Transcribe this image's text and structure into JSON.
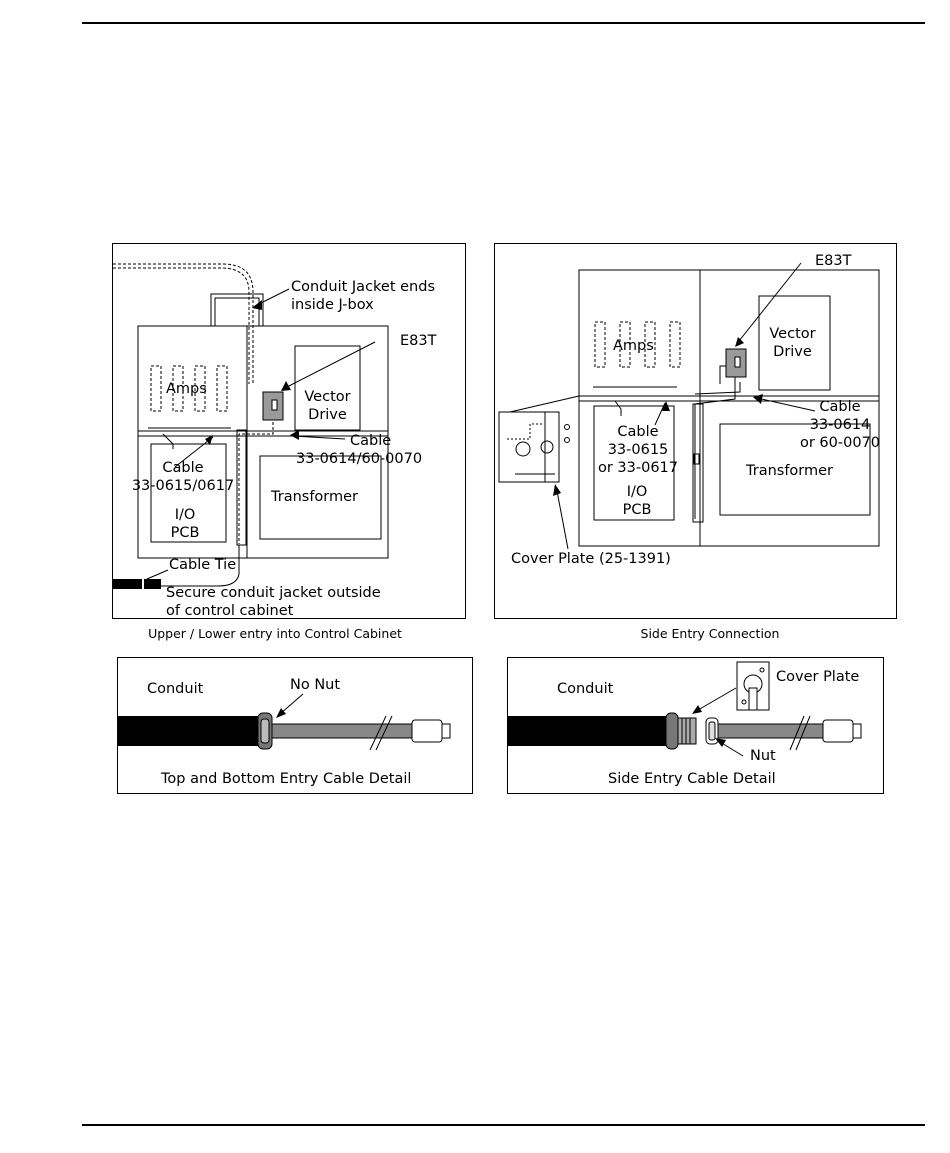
{
  "upper_lower_panel": {
    "caption": "Upper / Lower entry into Control Cabinet",
    "conduit_jacket": [
      "Conduit  Jacket  ends",
      "inside  J-box"
    ],
    "e83t": "E83T",
    "vector_drive": [
      "Vector",
      "Drive"
    ],
    "amps": "Amps",
    "cable_right": [
      "Cable",
      "33-0614/60-0070"
    ],
    "cable_left": [
      "Cable",
      "33-0615/0617"
    ],
    "transformer": "Transformer",
    "io_pcb": [
      "I/O",
      "PCB"
    ],
    "cable_tie": "Cable  Tie",
    "secure_note": [
      "Secure  conduit jacket  outside",
      "of  control cabinet"
    ]
  },
  "side_entry_panel": {
    "caption": "Side  Entry  Connection",
    "e83t": "E83T",
    "vector_drive": [
      "Vector",
      "Drive"
    ],
    "amps": "Amps",
    "cable_right": [
      "Cable",
      "33-0614",
      "or 60-0070"
    ],
    "cable_left": [
      "Cable",
      "33-0615",
      "or 33-0617"
    ],
    "transformer": "Transformer",
    "io_pcb": [
      "I/O",
      "PCB"
    ],
    "cover_plate": "Cover  Plate  (25-1391)"
  },
  "top_bottom_detail": {
    "conduit": "Conduit",
    "no_nut": "No Nut",
    "caption": "Top and  Bottom  Entry  Cable  Detail"
  },
  "side_detail": {
    "conduit": "Conduit",
    "cover_plate": "Cover  Plate",
    "nut": "Nut",
    "caption": "Side  Entry  Cable  Detail"
  }
}
